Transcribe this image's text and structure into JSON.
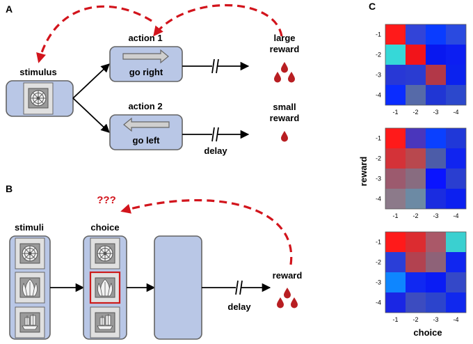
{
  "panels": {
    "a": "A",
    "b": "B",
    "c": "C"
  },
  "panel_a": {
    "stimulus_label": "stimulus",
    "action1": {
      "title": "action 1",
      "label": "go right"
    },
    "action2": {
      "title": "action 2",
      "label": "go left"
    },
    "large_reward": {
      "line1": "large",
      "line2": "reward"
    },
    "small_reward": {
      "line1": "small",
      "line2": "reward"
    },
    "delay_label": "delay",
    "large_drops": 3,
    "small_drops": 1
  },
  "panel_b": {
    "stimuli_label": "stimuli",
    "choice_label": "choice",
    "question": "???",
    "reward_label": "reward",
    "delay_label": "delay",
    "stimuli_icons": [
      "wheel-icon",
      "feather-icon",
      "ship-icon"
    ],
    "selected_index": 1,
    "reward_drops": 3
  },
  "colors": {
    "box_fill": "#b9c7e6",
    "box_stroke": "#636363",
    "dashed_arrow": "#d2141c",
    "drop": "#b81e22",
    "question": "#d2141c"
  },
  "chart_data": {
    "type": "heatmap",
    "xlabel": "choice",
    "ylabel": "reward",
    "x_ticks": [
      "-1",
      "-2",
      "-3",
      "-4"
    ],
    "y_ticks": [
      "-1",
      "-2",
      "-3",
      "-4"
    ],
    "matrices": [
      [
        [
          "#ff1a1a",
          "#3244d8",
          "#0a3cff",
          "#2a4ae0"
        ],
        [
          "#36d8d8",
          "#f2141a",
          "#0818f0",
          "#0c1ef2"
        ],
        [
          "#2838d6",
          "#2a3cd2",
          "#b23848",
          "#0b22ee"
        ],
        [
          "#0a2cff",
          "#566aa8",
          "#2036d4",
          "#2c48cc"
        ]
      ],
      [
        [
          "#ff1a1a",
          "#4a36bc",
          "#0a40ff",
          "#2038d8"
        ],
        [
          "#d43238",
          "#b8484e",
          "#4c5ca8",
          "#1024f0"
        ],
        [
          "#9c5a6e",
          "#886c80",
          "#0a14ff",
          "#2a3ed0"
        ],
        [
          "#8c7a8a",
          "#6c8aa4",
          "#1a2ce0",
          "#0c20f0"
        ]
      ],
      [
        [
          "#ff1a1a",
          "#dc2c30",
          "#aa5868",
          "#3ad0d0"
        ],
        [
          "#2a3ed8",
          "#b24250",
          "#8e6278",
          "#1026f0"
        ],
        [
          "#0e86ff",
          "#1028f2",
          "#0a1cf4",
          "#3448c8"
        ],
        [
          "#1a26e4",
          "#3c4cc0",
          "#2c44cc",
          "#1028ee"
        ]
      ]
    ]
  }
}
